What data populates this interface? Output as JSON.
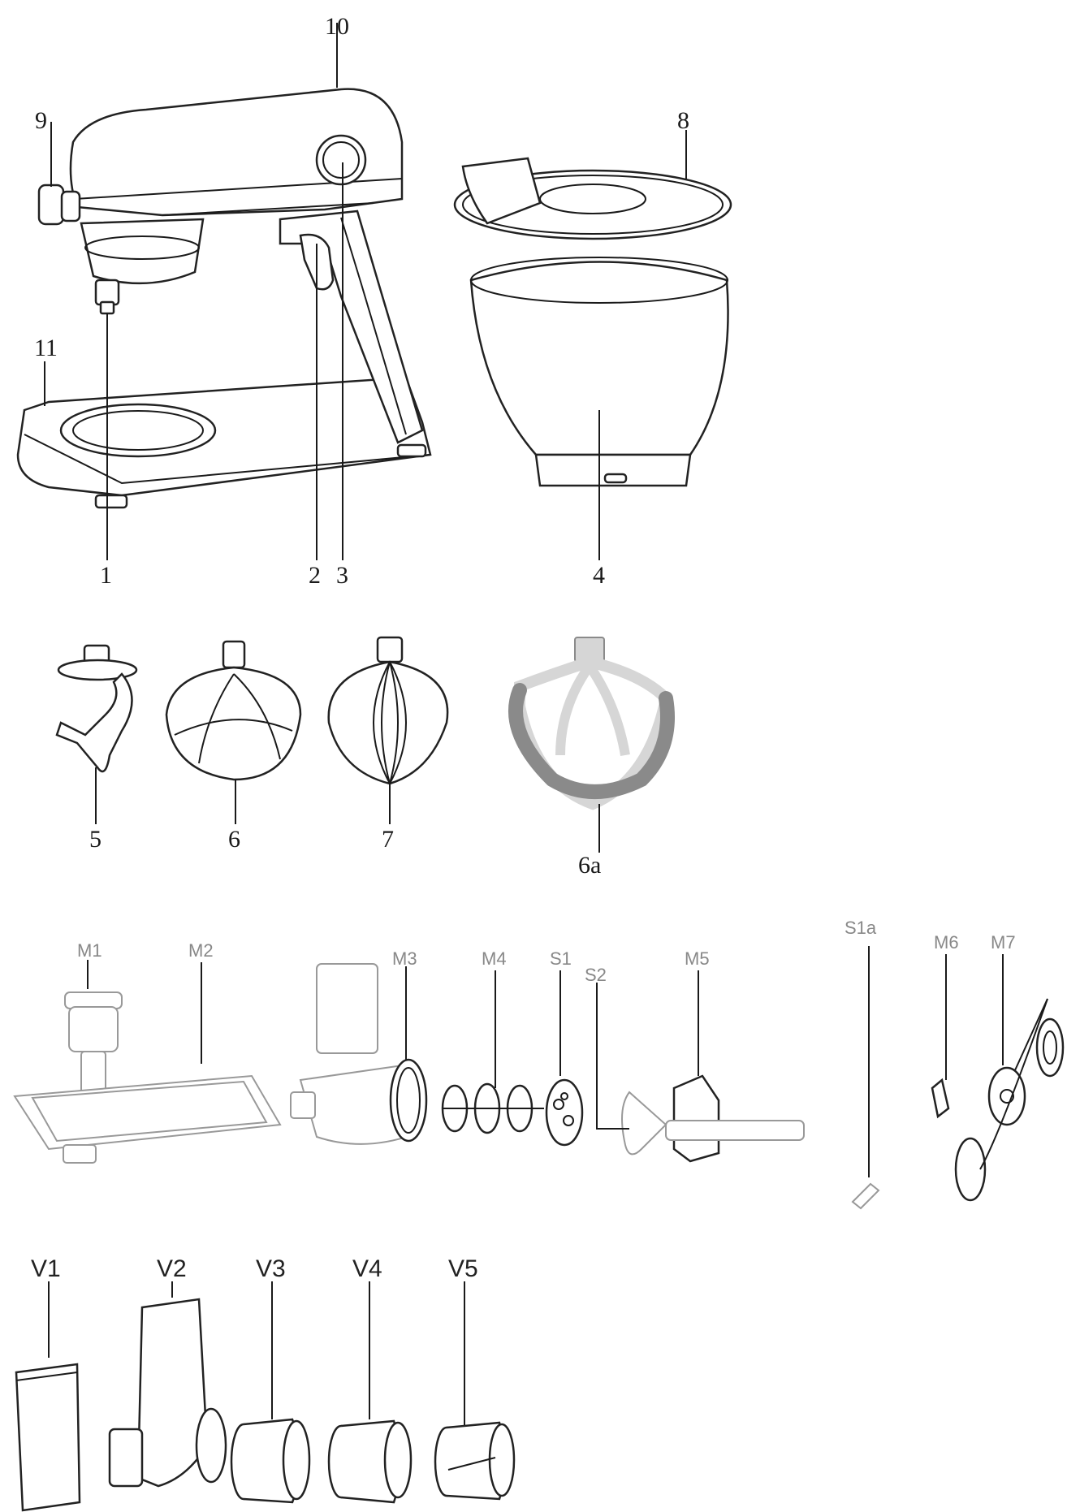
{
  "labels": {
    "l1": "1",
    "l2": "2",
    "l3": "3",
    "l4": "4",
    "l5": "5",
    "l6": "6",
    "l6a": "6a",
    "l7": "7",
    "l8": "8",
    "l9": "9",
    "l10": "10",
    "l11": "11",
    "m1": "M1",
    "m2": "M2",
    "m3": "M3",
    "m4": "M4",
    "m5": "M5",
    "m6": "M6",
    "m7": "M7",
    "s1": "S1",
    "s1a": "S1a",
    "s2": "S2",
    "v1": "V1",
    "v2": "V2",
    "v3": "V3",
    "v4": "V4",
    "v5": "V5"
  },
  "colors": {
    "line": "#1a1a1a",
    "faded_label": "#888888",
    "paddle_edge": "#8a8a8a",
    "paddle_arm": "#d6d6d6"
  }
}
